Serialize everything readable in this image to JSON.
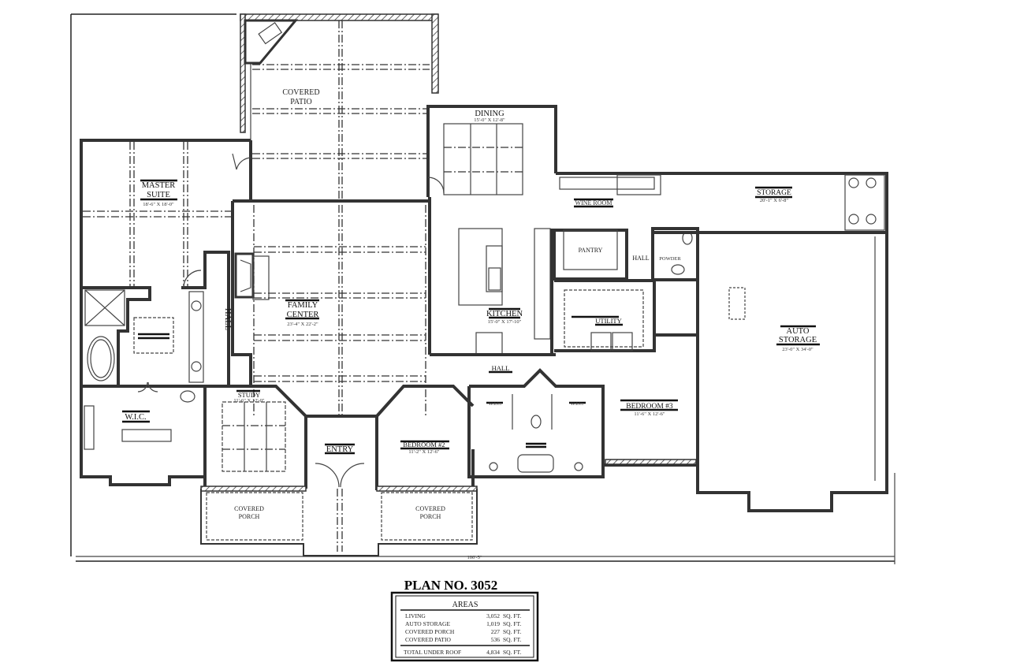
{
  "plan": {
    "title": "PLAN NO. 3052",
    "overall_width_dimension": "100'-5\""
  },
  "rooms": {
    "covered_patio": {
      "line1": "COVERED",
      "line2": "PATIO"
    },
    "master_suite": {
      "line1": "MASTER",
      "line2": "SUITE",
      "size": "18'-6\" X 18'-0\""
    },
    "family_center": {
      "line1": "FAMILY",
      "line2": "CENTER",
      "size": "23'-4\" X 22'-2\""
    },
    "dining": {
      "name": "DINING",
      "size": "15'-0\" X 12'-8\""
    },
    "kitchen": {
      "name": "KITCHEN",
      "size": "15'-0\" X 17'-10\""
    },
    "wine_room": {
      "name": "WINE ROOM"
    },
    "pantry": {
      "name": "PANTRY"
    },
    "hall_service": {
      "name": "HALL"
    },
    "powder": {
      "name": "POWDER"
    },
    "utility": {
      "name": "UTILITY"
    },
    "storage": {
      "name": "STORAGE",
      "size": "20'-1\" X 6'-8\""
    },
    "auto_storage": {
      "line1": "AUTO",
      "line2": "STORAGE",
      "size": "23'-0\" X 34'-0\""
    },
    "hall_master": {
      "name": "HALL"
    },
    "hall_main": {
      "name": "HALL"
    },
    "wic_master": {
      "name": "W.I.C."
    },
    "study": {
      "name": "STUDY",
      "size": "11'-6\" X 12'-0\""
    },
    "entry": {
      "name": "ENTRY"
    },
    "bedroom2": {
      "name": "BEDROOM #2",
      "size": "11'-2\" X 12'-6\""
    },
    "bedroom3": {
      "name": "BEDROOM #3",
      "size": "11'-6\" X 12'-6\""
    },
    "wic_bed2": {
      "name": "W.I.C."
    },
    "wic_bed3": {
      "name": "W.I.C."
    },
    "porch_left": {
      "line1": "COVERED",
      "line2": "PORCH"
    },
    "porch_right": {
      "line1": "COVERED",
      "line2": "PORCH"
    }
  },
  "areas_table": {
    "heading": "AREAS",
    "rows": [
      {
        "label": "LIVING",
        "value": "3,052",
        "unit": "SQ. FT."
      },
      {
        "label": "AUTO STORAGE",
        "value": "1,019",
        "unit": "SQ. FT."
      },
      {
        "label": "COVERED PORCH",
        "value": "227",
        "unit": "SQ. FT."
      },
      {
        "label": "COVERED PATIO",
        "value": "536",
        "unit": "SQ. FT."
      }
    ],
    "total": {
      "label": "TOTAL UNDER ROOF",
      "value": "4,834",
      "unit": "SQ. FT."
    }
  }
}
